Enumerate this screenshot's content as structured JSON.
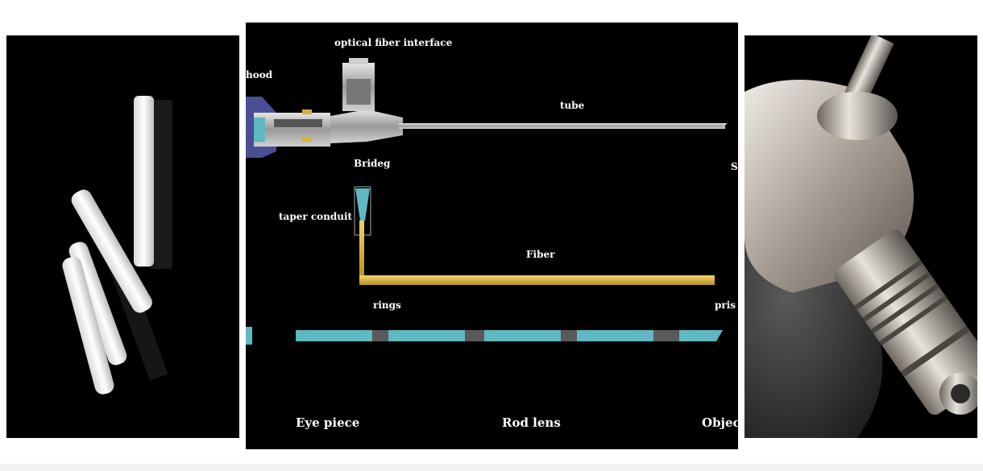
{
  "labels": {
    "optical_fiber_interface": "optical fiber interface",
    "hood": "hood",
    "tube": "tube",
    "brideg": "Brideg",
    "s_cut": "S",
    "taper_conduit": "taper conduit",
    "fiber": "Fiber",
    "rings": "rings",
    "prism_cut": "pris",
    "eye_piece": "Eye piece",
    "rod_lens": "Rod lens",
    "object_cut": "Objec"
  },
  "colors": {
    "background": "#000000",
    "fiber": "#d9b13b",
    "rod_lens": "#5fb8c2",
    "hood": "#4a4f93",
    "steel": "#b8b8b8"
  }
}
